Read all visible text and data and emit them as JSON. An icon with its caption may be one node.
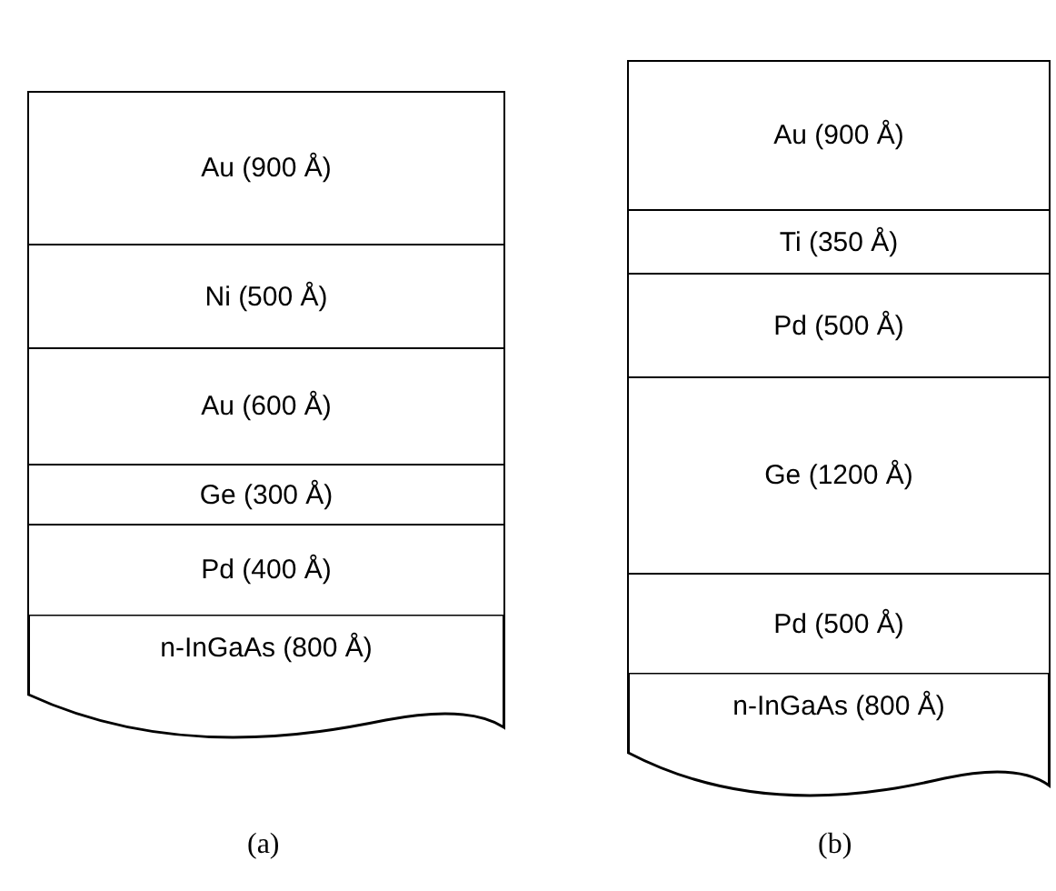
{
  "diagram": {
    "nodes": [
      {
        "text": [
          "Au (900 Å)"
        ]
      },
      {
        "text": [
          "Ni (500 Å)"
        ]
      },
      {
        "text": [
          "Au (600 Å)"
        ]
      },
      {
        "text": [
          "Ge (300 Å)"
        ]
      },
      {
        "text": [
          "Pd (400 Å)"
        ]
      },
      {
        "text": [
          "n-InGaAs (800 Å)"
        ]
      },
      {
        "text": [
          "Au (900 Å)"
        ]
      },
      {
        "text": [
          "Ti (350 Å)"
        ]
      },
      {
        "text": [
          "Pd (500 Å)"
        ]
      },
      {
        "text": [
          "Ge (1200 Å)"
        ]
      },
      {
        "text": [
          "Pd (500 Å)"
        ]
      },
      {
        "text": [
          "n-InGaAs (800 Å)"
        ]
      }
    ],
    "labels": [
      "(a)",
      "(b)"
    ]
  }
}
